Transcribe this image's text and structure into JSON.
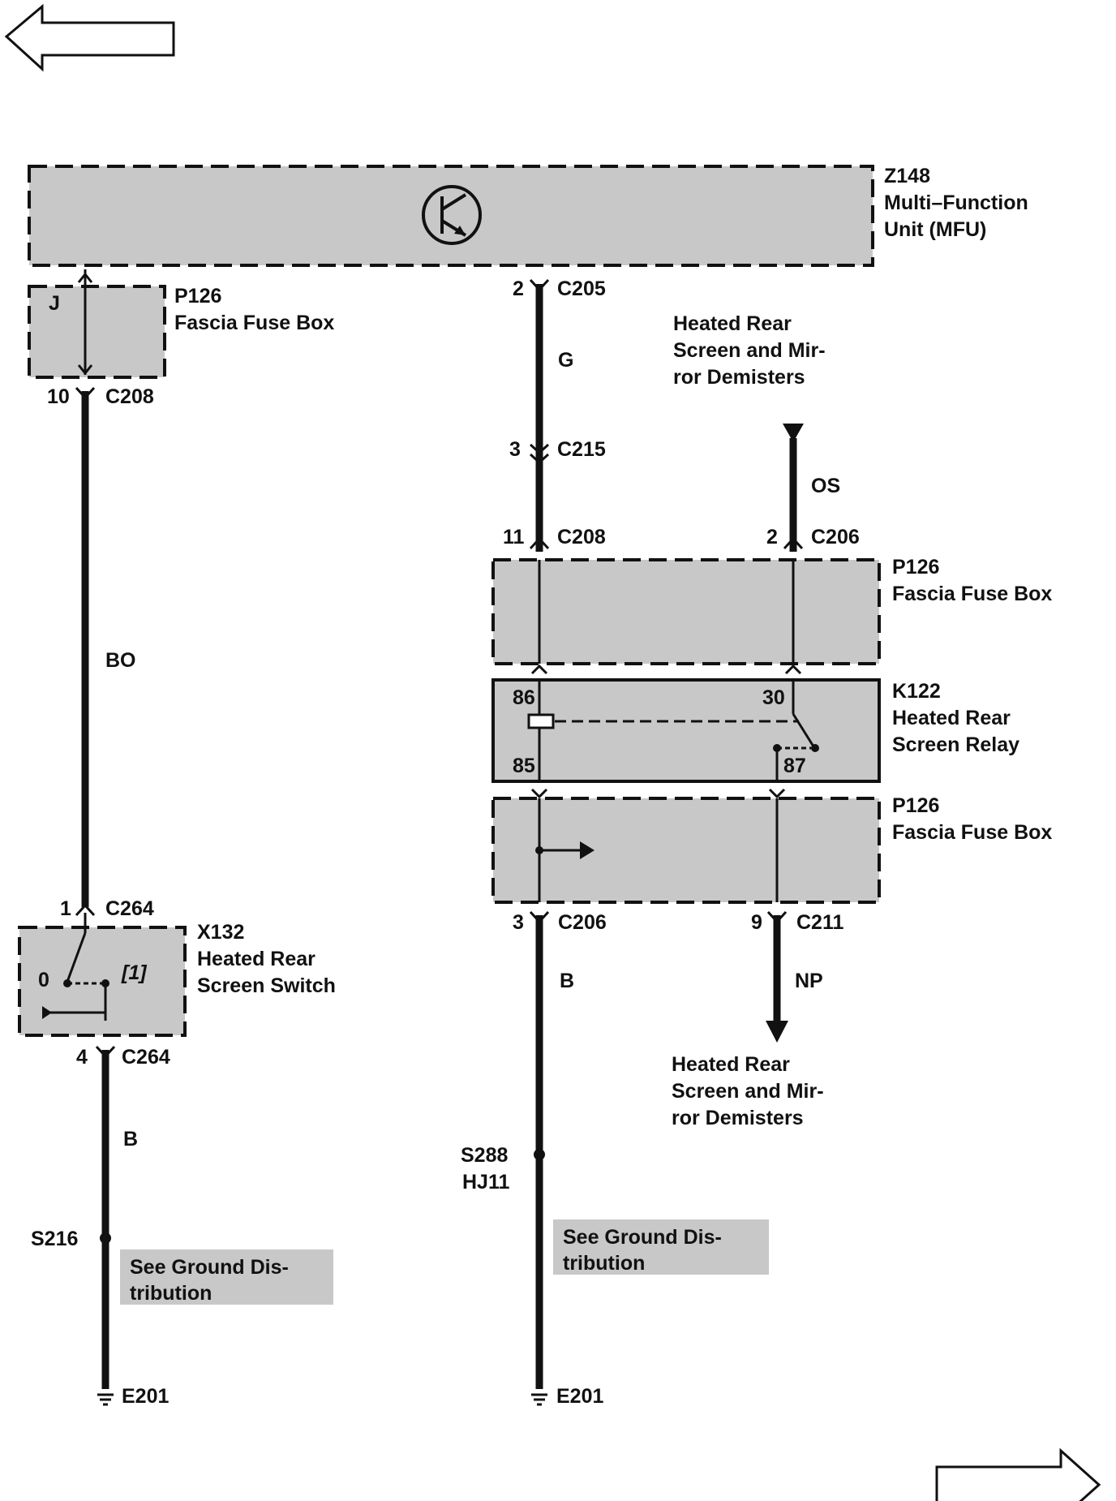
{
  "nav": {
    "prev_arrow": "arrow-left-icon",
    "next_arrow": "arrow-right-icon"
  },
  "mfu": {
    "id": "Z148",
    "name_line1": "Multi–Function",
    "name_line2": "Unit (MFU)",
    "icon": "transistor-icon"
  },
  "left": {
    "fuse_box": {
      "id": "P126",
      "name": "Fascia Fuse Box",
      "pin": "J"
    },
    "c208": {
      "pin": "10",
      "connector": "C208"
    },
    "wire_bo": "BO",
    "c264_top": {
      "pin": "1",
      "connector": "C264"
    },
    "switch": {
      "id": "X132",
      "name_line1": "Heated Rear",
      "name_line2": "Screen Switch",
      "pos0": "0",
      "pos1": "[1]"
    },
    "c264_bottom": {
      "pin": "4",
      "connector": "C264"
    },
    "wire_b": "B",
    "splice": "S216",
    "note_line1": "See Ground Dis-",
    "note_line2": "tribution",
    "ground": "E201"
  },
  "right": {
    "c205": {
      "pin": "2",
      "connector": "C205"
    },
    "wire_g": "G",
    "c215": {
      "pin": "3",
      "connector": "C215"
    },
    "c208": {
      "pin": "11",
      "connector": "C208"
    },
    "feed_top": {
      "line1": "Heated Rear",
      "line2": "Screen and Mir-",
      "line3": "ror Demisters"
    },
    "wire_os": "OS",
    "c206_top": {
      "pin": "2",
      "connector": "C206"
    },
    "fuse_box_top": {
      "id": "P126",
      "name": "Fascia Fuse Box"
    },
    "relay": {
      "id": "K122",
      "name_line1": "Heated Rear",
      "name_line2": "Screen Relay",
      "pin86": "86",
      "pin30": "30",
      "pin85": "85",
      "pin87": "87"
    },
    "fuse_box_bottom": {
      "id": "P126",
      "name": "Fascia Fuse Box"
    },
    "c206_bottom": {
      "pin": "3",
      "connector": "C206"
    },
    "c211": {
      "pin": "9",
      "connector": "C211"
    },
    "wire_b": "B",
    "wire_np": "NP",
    "feed_bottom": {
      "line1": "Heated Rear",
      "line2": "Screen and Mir-",
      "line3": "ror Demisters"
    },
    "splice": "S288",
    "splice_sub": "HJ11",
    "note_line1": "See Ground Dis-",
    "note_line2": "tribution",
    "ground": "E201"
  }
}
